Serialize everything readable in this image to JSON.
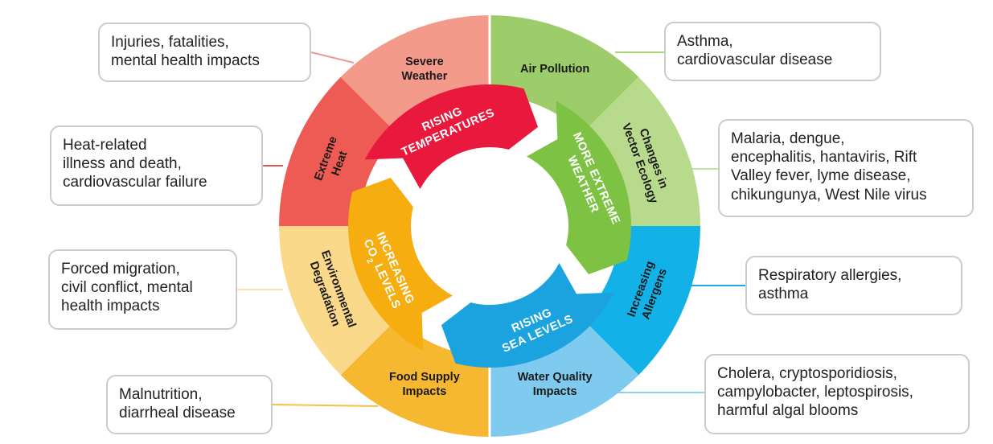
{
  "diagram": {
    "center_arrows": [
      {
        "id": "temp",
        "lines": [
          "RISING",
          "TEMPERATURES"
        ],
        "color": "#e8193c"
      },
      {
        "id": "weather",
        "lines": [
          "MORE EXTREME",
          "WEATHER"
        ],
        "color": "#7dc242"
      },
      {
        "id": "sea",
        "lines": [
          "RISING",
          "SEA LEVELS"
        ],
        "color": "#1aa3df"
      },
      {
        "id": "co2",
        "lines": [
          "INCREASING",
          "CO2 LEVELS"
        ],
        "color": "#f6ad10"
      }
    ],
    "segments": [
      {
        "id": "air-pollution",
        "lines": [
          "Air Pollution"
        ],
        "color": "#9dcc6a"
      },
      {
        "id": "vector-ecology",
        "lines": [
          "Changes in",
          "Vector Ecology"
        ],
        "color": "#b8da8c"
      },
      {
        "id": "allergens",
        "lines": [
          "Increasing",
          "Allergens"
        ],
        "color": "#12b2e8"
      },
      {
        "id": "water-quality",
        "lines": [
          "Water Quality",
          "Impacts"
        ],
        "color": "#7fcaef"
      },
      {
        "id": "food-supply",
        "lines": [
          "Food Supply",
          "Impacts"
        ],
        "color": "#f6b830"
      },
      {
        "id": "env-degradation",
        "lines": [
          "Environmental",
          "Degradation"
        ],
        "color": "#fbd98a"
      },
      {
        "id": "extreme-heat",
        "lines": [
          "Extreme",
          "Heat"
        ],
        "color": "#ee5a54"
      },
      {
        "id": "severe-weather",
        "lines": [
          "Severe",
          "Weather"
        ],
        "color": "#f39a8a"
      }
    ],
    "boxes": [
      {
        "id": "severe-weather",
        "lines": [
          "Injuries, fatalities,",
          "mental health impacts"
        ],
        "border": "#ee9a90"
      },
      {
        "id": "extreme-heat",
        "lines": [
          "Heat-related",
          "illness and death,",
          "cardiovascular failure"
        ],
        "border": "#e25555"
      },
      {
        "id": "env-degradation",
        "lines": [
          "Forced migration,",
          "civil conflict, mental",
          "health impacts"
        ],
        "border": "#fae0a6"
      },
      {
        "id": "food-supply",
        "lines": [
          "Malnutrition,",
          "diarrheal disease"
        ],
        "border": "#f6bf45"
      },
      {
        "id": "air-pollution",
        "lines": [
          "Asthma,",
          "cardiovascular disease"
        ],
        "border": "#a6d477"
      },
      {
        "id": "vector-ecology",
        "lines": [
          "Malaria, dengue,",
          "encephalitis, hantaviris, Rift",
          "Valley fever, lyme disease,",
          "chikungunya, West Nile virus"
        ],
        "border": "#c5e3a3"
      },
      {
        "id": "allergens",
        "lines": [
          "Respiratory allergies,",
          "asthma"
        ],
        "border": "#1aaee0"
      },
      {
        "id": "water-quality",
        "lines": [
          "Cholera, cryptosporidiosis,",
          "campylobacter, leptospirosis,",
          "harmful algal blooms"
        ],
        "border": "#8fd0f0"
      }
    ]
  }
}
